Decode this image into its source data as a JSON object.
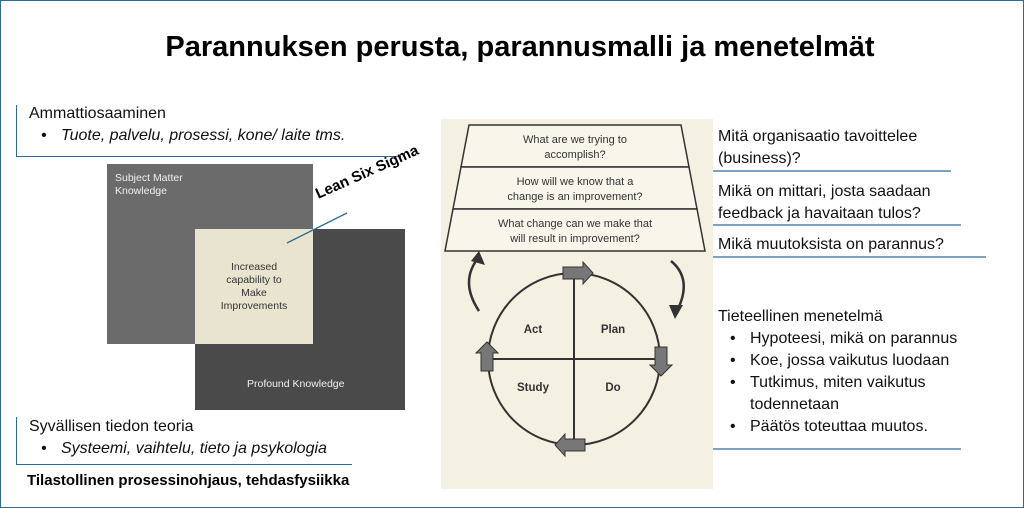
{
  "title": "Parannuksen perusta, parannusmalli ja menetelmät",
  "left": {
    "ammatti": {
      "heading": "Ammattiosaaminen",
      "bullet": "Tuote, palvelu, prosessi, kone/ laite tms."
    },
    "venn": {
      "subject": [
        "Subject Matter",
        "Knowledge"
      ],
      "profound": "Profound Knowledge",
      "center": [
        "Increased",
        "capability to",
        "Make",
        "Improvements"
      ]
    },
    "lean_label": "Lean Six Sigma",
    "syva": {
      "heading": "Syvällisen tiedon teoria",
      "bullet": "Systeemi, vaihtelu, tieto ja psykologia"
    },
    "bottom_note": "Tilastollinen prosessinohjaus, tehdasfysiikka"
  },
  "model": {
    "questions": [
      [
        "What are we trying to",
        "accomplish?"
      ],
      [
        "How will we know that a",
        "change is an improvement?"
      ],
      [
        "What change can we make that",
        "will result in improvement?"
      ]
    ],
    "pdsa": {
      "act": "Act",
      "plan": "Plan",
      "study": "Study",
      "do": "Do"
    }
  },
  "right": {
    "q1": [
      "Mitä organisaatio tavoittelee",
      "(business)?"
    ],
    "q2": [
      "Mikä on mittari, josta saadaan",
      "feedback ja havaitaan tulos?"
    ],
    "q3": "Mikä muutoksista on parannus?",
    "method": {
      "heading": "Tieteellinen menetelmä",
      "bullets": [
        "Hypoteesi, mikä on parannus",
        "Koe, jossa vaikutus luodaan",
        "Tutkimus, miten vaikutus",
        "todennetaan",
        "Päätös toteuttaa muutos."
      ]
    }
  },
  "colors": {
    "accent": "#2e6b99",
    "paper": "#f4f0e2"
  }
}
